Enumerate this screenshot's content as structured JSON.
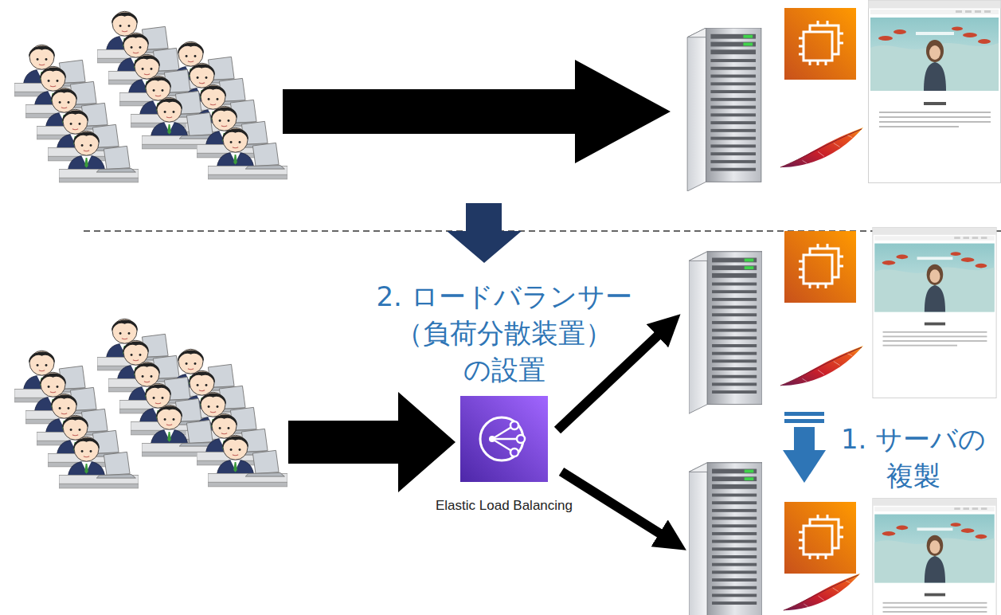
{
  "diagram": {
    "nodes": [
      {
        "text": [
          "2. ロードバランサー （負荷分散装置） の設置",
          "Elastic Load Balancing"
        ]
      }
    ],
    "labels": [
      "1. サーバの 複製"
    ]
  }
}
